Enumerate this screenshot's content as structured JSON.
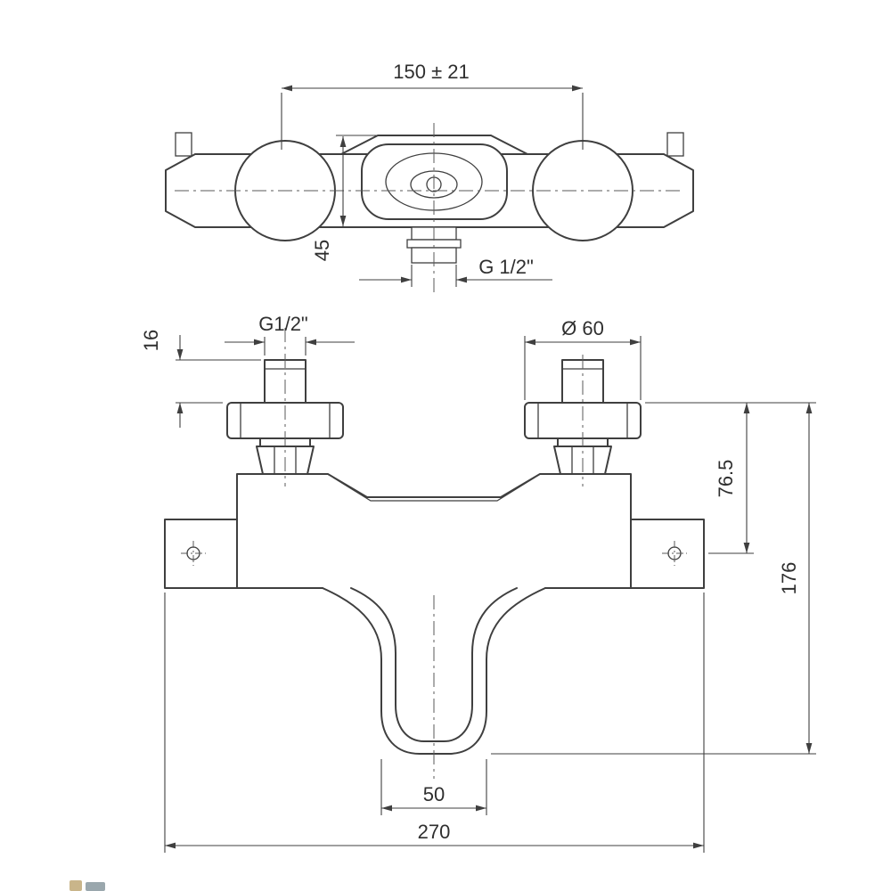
{
  "page": {
    "background": "#ffffff"
  },
  "drawing": {
    "line_color": "#3f3f3f",
    "text_color": "#2f2f2f",
    "top_view": {
      "dim_connection_spacing": "150 ± 21",
      "dim_body_depth": "45",
      "dim_outlet_thread": "G 1/2\""
    },
    "front_view": {
      "dim_thread_length": "16",
      "dim_inlet_thread": "G1/2\"",
      "dim_handle_diameter": "Ø 60",
      "dim_handle_to_screw_axis": "76.5",
      "dim_overall_height": "176",
      "dim_spout_outlet_width": "50",
      "dim_overall_width": "270"
    }
  }
}
